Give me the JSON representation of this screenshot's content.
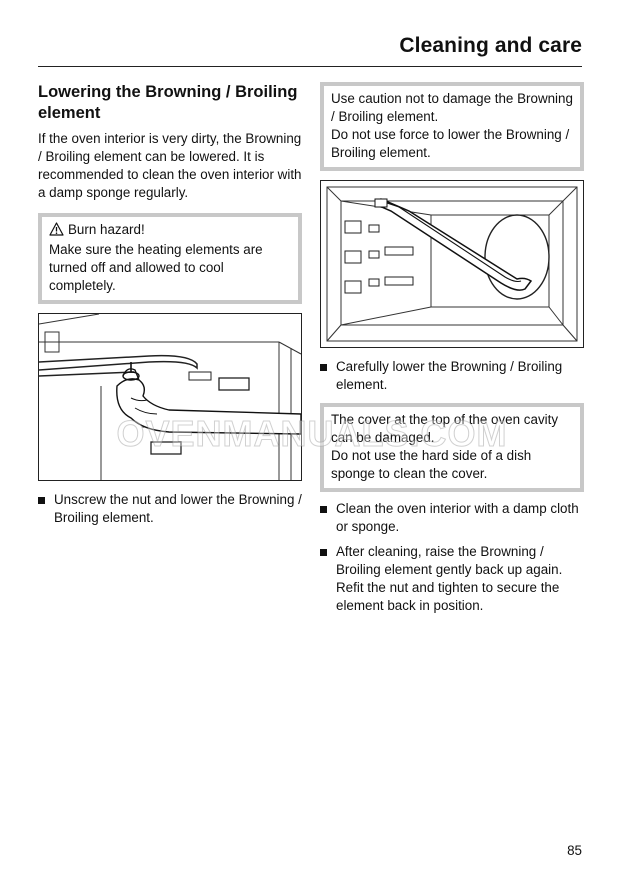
{
  "header": {
    "title": "Cleaning and care"
  },
  "left": {
    "heading": "Lowering the Browning / Broiling element",
    "intro": "If the oven interior is very dirty, the Browning / Broiling element can be lowered. It is recommended to clean the oven interior with a damp sponge regularly.",
    "warning": {
      "icon": "warning-triangle-icon",
      "title": "Burn hazard!",
      "text": "Make sure the heating elements are turned off and allowed to cool completely."
    },
    "step1": "Unscrew the nut and lower the Browning / Broiling element."
  },
  "right": {
    "caution_line1": "Use caution not to damage the Browning / Broiling element.",
    "caution_line2": "Do not use force to lower the Browning / Broiling element.",
    "step2": "Carefully lower the Browning / Broiling element.",
    "note_line1": "The cover at the top of the oven cavity can be damaged.",
    "note_line2": "Do not use the hard side of a dish sponge to clean the cover.",
    "step3": "Clean the oven interior with a damp cloth or sponge.",
    "step4": "After cleaning, raise the Browning / Broiling element gently back up again. Refit the nut and tighten to secure the element back in position."
  },
  "footer": {
    "page_number": "85"
  },
  "watermark": "OVENMANUALS.COM"
}
